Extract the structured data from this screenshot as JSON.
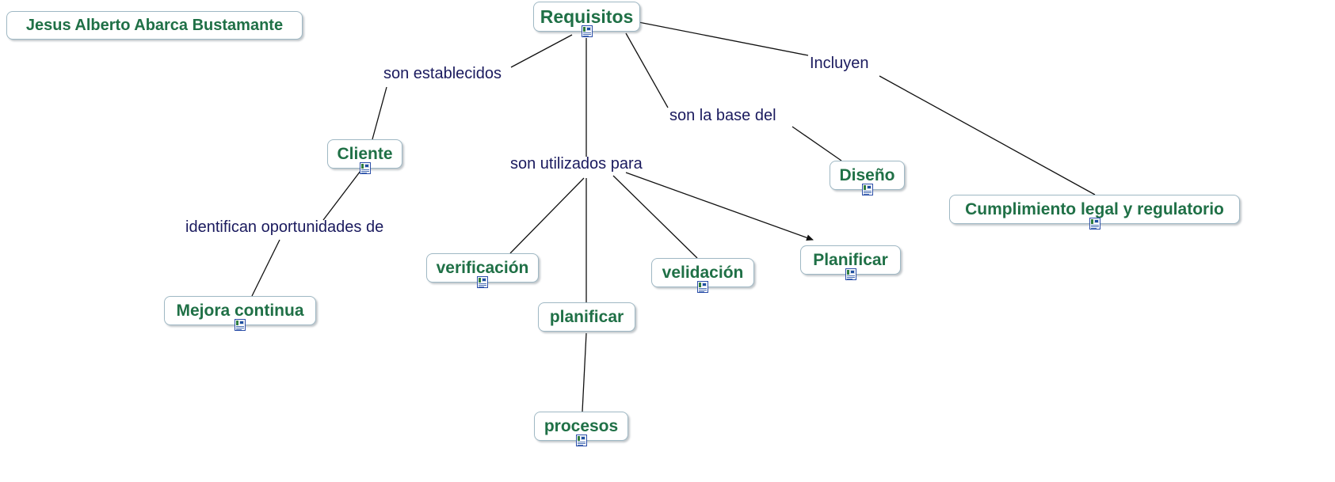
{
  "map": {
    "title": "Requisitos",
    "author_node": "Jesus Alberto Abarca Bustamante",
    "node_text_color": "#1f7046",
    "label_text_color": "#1a1a5e",
    "node_border_color": "#9fb8c4",
    "background_color": "#ffffff",
    "icon_name": "note-document-icon"
  },
  "nodes": [
    {
      "id": "author",
      "label": "Jesus Alberto Abarca Bustamante"
    },
    {
      "id": "requisitos",
      "label": "Requisitos"
    },
    {
      "id": "cliente",
      "label": "Cliente"
    },
    {
      "id": "diseno",
      "label": "Diseño"
    },
    {
      "id": "cumplimiento",
      "label": "Cumplimiento legal y regulatorio"
    },
    {
      "id": "mejora",
      "label": "Mejora continua"
    },
    {
      "id": "verificacion",
      "label": "verificación"
    },
    {
      "id": "velidacion",
      "label": "velidación"
    },
    {
      "id": "planificar_r",
      "label": "Planificar"
    },
    {
      "id": "planificar",
      "label": "planificar"
    },
    {
      "id": "procesos",
      "label": "procesos"
    }
  ],
  "edge_labels": [
    {
      "id": "son_establecidos",
      "label": "son establecidos"
    },
    {
      "id": "incluyen",
      "label": "Incluyen"
    },
    {
      "id": "son_la_base_del",
      "label": "son la base del"
    },
    {
      "id": "son_utilizados",
      "label": "son utilizados para"
    },
    {
      "id": "identifican",
      "label": "identifican oportunidades de"
    }
  ]
}
